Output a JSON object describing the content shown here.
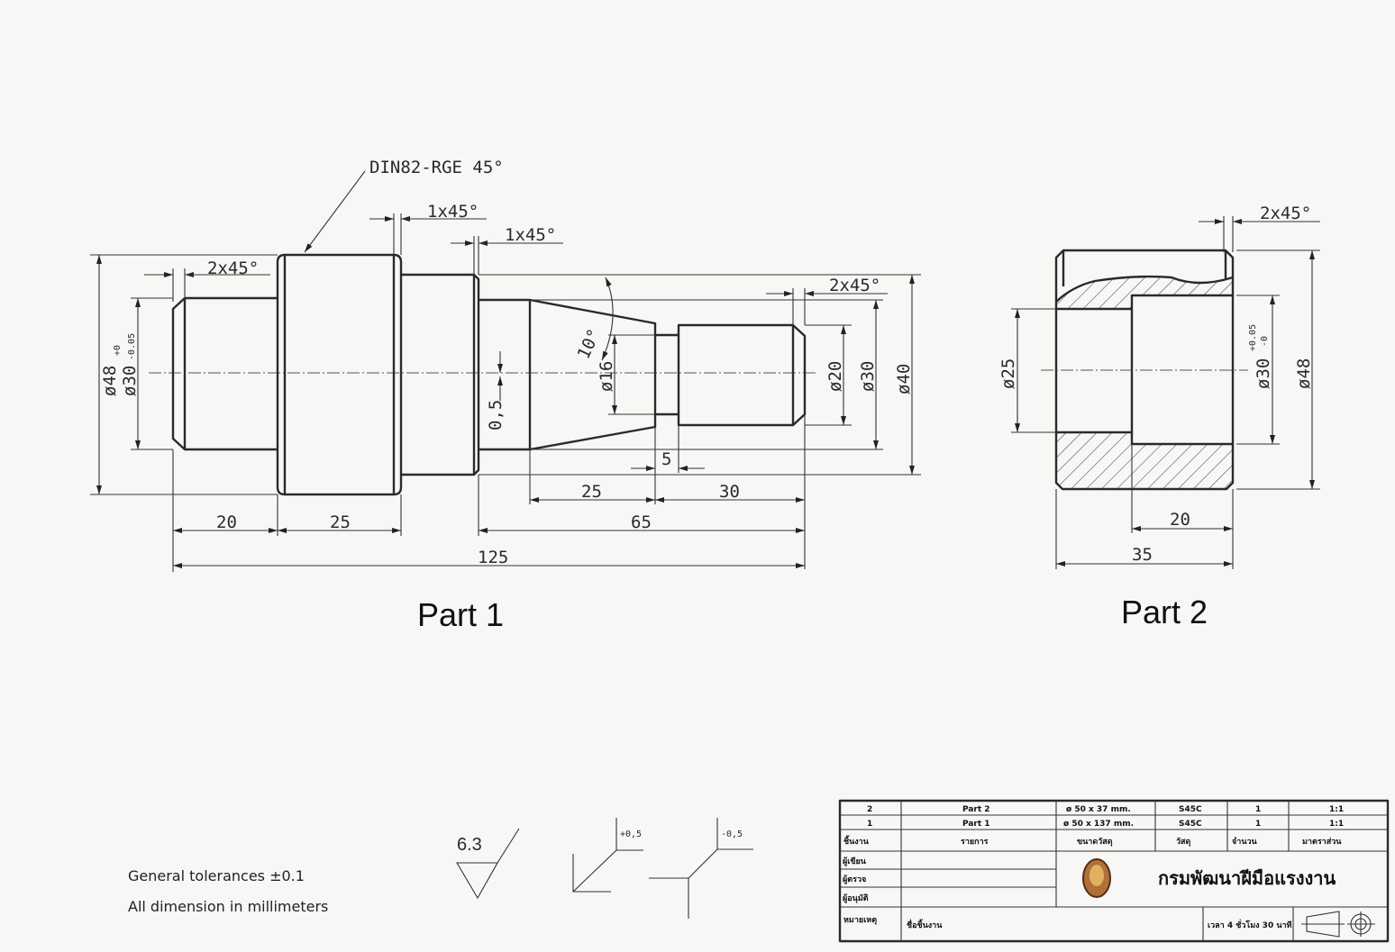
{
  "part1": {
    "title": "Part 1",
    "callout_din": "DIN82-RGE 45°",
    "chamfer_left": "2x45°",
    "chamfer_collar": "1x45°",
    "chamfer_step": "1x45°",
    "chamfer_right": "2x45°",
    "taper_angle": "10°",
    "dia_48": "ø48",
    "dia_30_left": "ø30",
    "dia_30_left_tol_upper": "+0",
    "dia_30_left_tol_lower": "-0.05",
    "dia_16": "ø16",
    "radial_step": "0,5",
    "dia_20": "ø20",
    "dia_30_right": "ø30",
    "dia_40": "ø40",
    "len_neck": "5",
    "len_taper": "25",
    "len_end": "30",
    "len_first": "20",
    "len_collar": "25",
    "len_65": "65",
    "len_total": "125"
  },
  "part2": {
    "title": "Part 2",
    "chamfer": "2x45°",
    "dia_25": "ø25",
    "dia_30": "ø30",
    "dia_30_tol_upper": "+0.05",
    "dia_30_tol_lower": "-0",
    "dia_48": "ø48",
    "len_bore": "20",
    "len_total": "35"
  },
  "notes": {
    "tolerance": "General tolerances ±0.1",
    "units": "All dimension in millimeters",
    "roughness": "6.3",
    "plus_allowance": "+0,5",
    "minus_allowance": "-0,5"
  },
  "title_block": {
    "rows": [
      {
        "no": "2",
        "name": "Part 2",
        "size": "ø 50 x 37 mm.",
        "material": "S45C",
        "qty": "1",
        "scale": "1:1"
      },
      {
        "no": "1",
        "name": "Part 1",
        "size": "ø 50 x 137 mm.",
        "material": "S45C",
        "qty": "1",
        "scale": "1:1"
      }
    ],
    "headers": {
      "no": "ชิ้นงาน",
      "name": "รายการ",
      "size": "ขนาดวัสดุ",
      "material": "วัสดุ",
      "qty": "จำนวน",
      "scale": "มาตราส่วน"
    },
    "labels": [
      "ผู้เขียน",
      "ผู้ตรวจ",
      "ผู้อนุมัติ"
    ],
    "organization": "กรมพัฒนาฝีมือแรงงาน",
    "footer_label": "หมายเหตุ",
    "footer_task": "ชื่อชิ้นงาน",
    "footer_time": "เวลา 4 ชั่วโมง 30 นาที"
  }
}
